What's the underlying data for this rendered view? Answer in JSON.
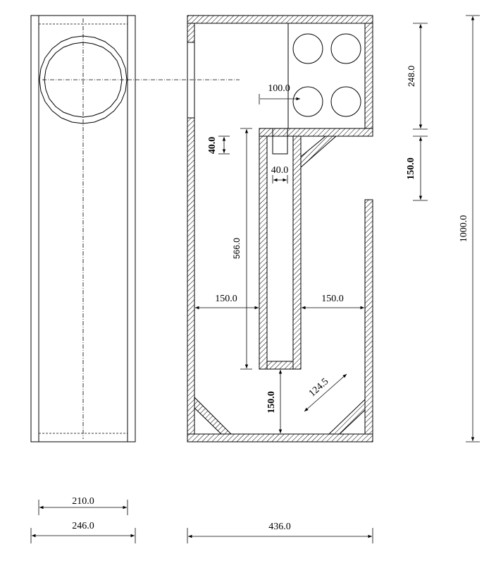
{
  "dimensions": {
    "front_inner_width": "210.0",
    "front_outer_width": "246.0",
    "side_depth": "436.0",
    "total_height": "1000.0",
    "driver_section_height": "248.0",
    "top_gap": "150.0",
    "port_offset": "100.0",
    "tube_top_gap": "40.0",
    "tube_width": "40.0",
    "tube_length": "566.0",
    "left_gap": "150.0",
    "right_gap": "150.0",
    "bottom_gap": "150.0",
    "diagonal_brace": "124.5"
  }
}
